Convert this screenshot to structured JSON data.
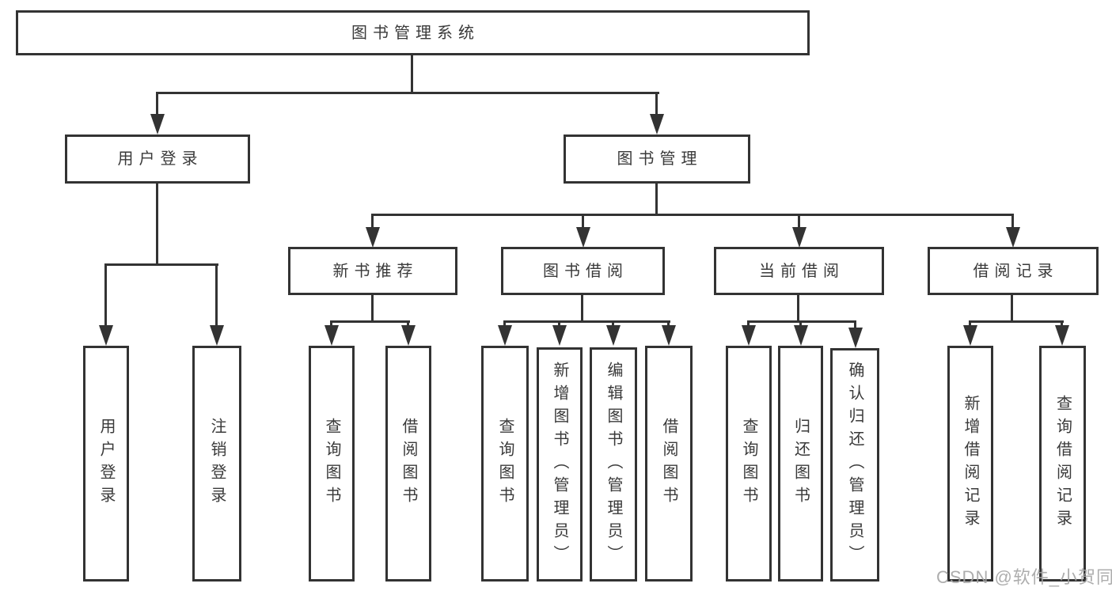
{
  "diagram": {
    "root": {
      "label": "图书管理系统"
    },
    "level2": [
      {
        "label": "用户登录",
        "children": [
          {
            "label": "用户登录"
          },
          {
            "label": "注销登录"
          }
        ]
      },
      {
        "label": "图书管理",
        "children": [
          {
            "label": "新书推荐",
            "children": [
              {
                "label": "查询图书"
              },
              {
                "label": "借阅图书"
              }
            ]
          },
          {
            "label": "图书借阅",
            "children": [
              {
                "label": "查询图书"
              },
              {
                "label": "新增图书（管理员）"
              },
              {
                "label": "编辑图书（管理员）"
              },
              {
                "label": "借阅图书"
              }
            ]
          },
          {
            "label": "当前借阅",
            "children": [
              {
                "label": "查询图书"
              },
              {
                "label": "归还图书"
              },
              {
                "label": "确认归还（管理员）"
              }
            ]
          },
          {
            "label": "借阅记录",
            "children": [
              {
                "label": "新增借阅记录"
              },
              {
                "label": "查询借阅记录"
              }
            ]
          }
        ]
      }
    ]
  },
  "watermark": {
    "text": "CSDN @软件_小贺同学"
  },
  "colors": {
    "line": "#333333",
    "box_border": "#333333",
    "text": "#3a3a3a",
    "background": "#ffffff",
    "watermark": "#a5a5a5"
  }
}
